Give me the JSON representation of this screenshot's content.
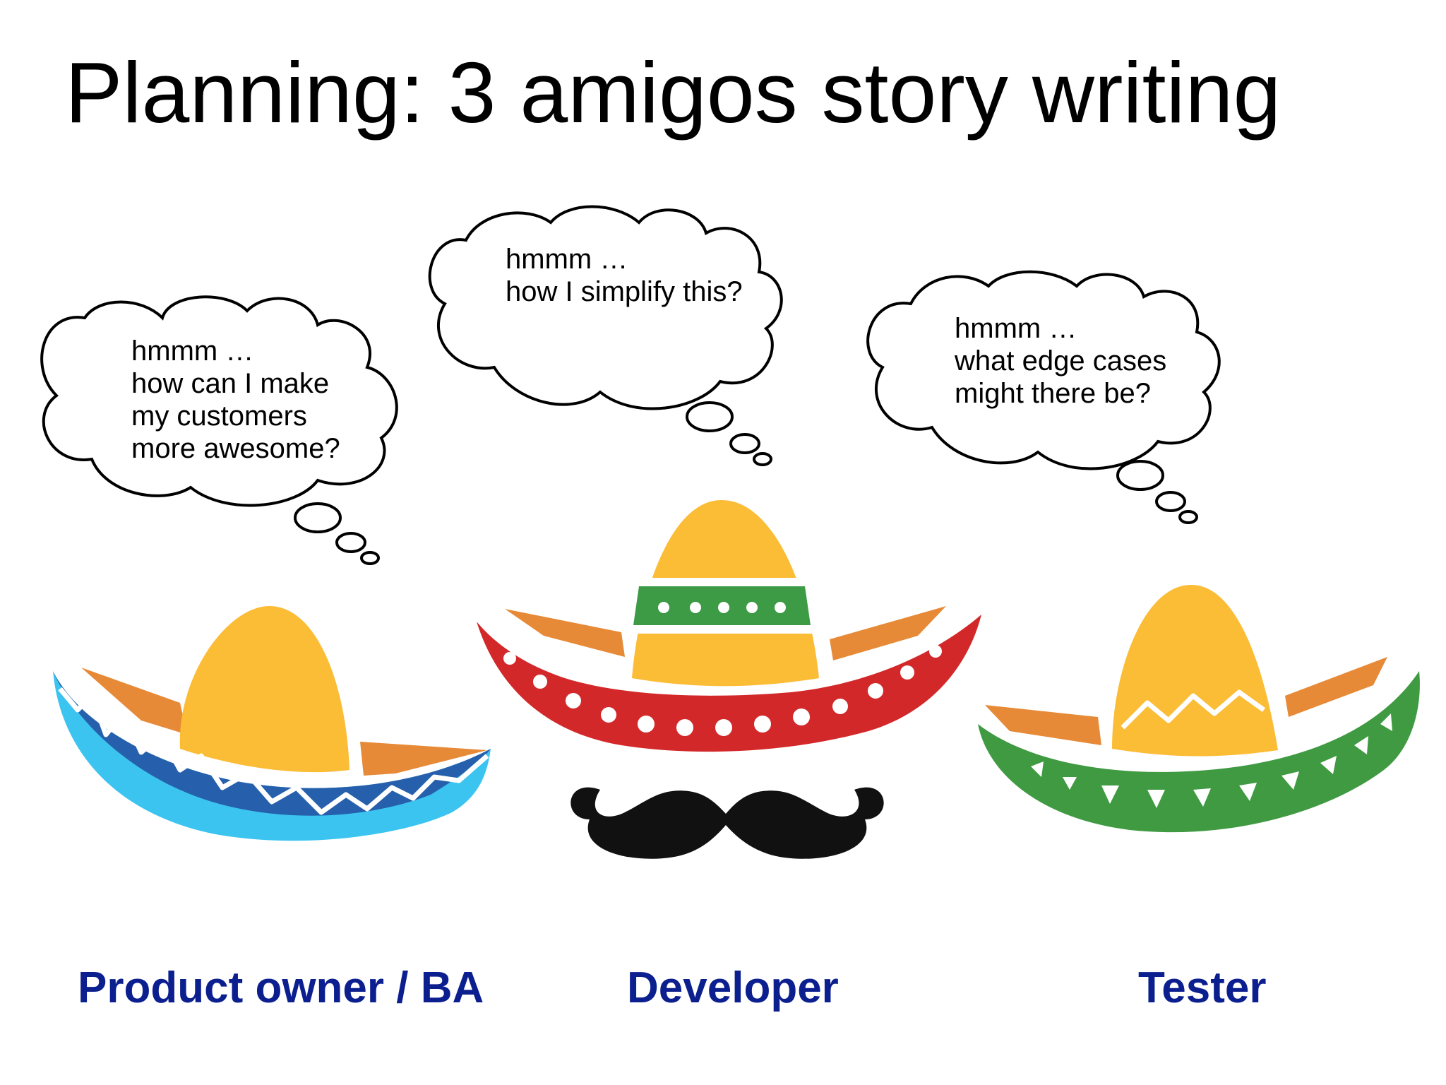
{
  "title": "Planning: 3 amigos story writing",
  "colors": {
    "role_label": "#0c1f8f",
    "crown": "#fbbc36",
    "brim_top": "#e78a37",
    "po_brim_dark": "#2660ac",
    "po_brim_light": "#3bc4ef",
    "dev_brim": "#d3282a",
    "dev_band": "#3d9b45",
    "tester_brim": "#3f9a42",
    "mustache": "#111111"
  },
  "amigos": [
    {
      "role": "Product owner / BA",
      "thought_lines": [
        "hmmm …",
        "how can I make",
        "my customers",
        "more awesome?"
      ]
    },
    {
      "role": "Developer",
      "thought_lines": [
        "hmmm …",
        "how I simplify this?"
      ]
    },
    {
      "role": "Tester",
      "thought_lines": [
        "hmmm …",
        "what edge cases",
        "might there be?"
      ]
    }
  ]
}
